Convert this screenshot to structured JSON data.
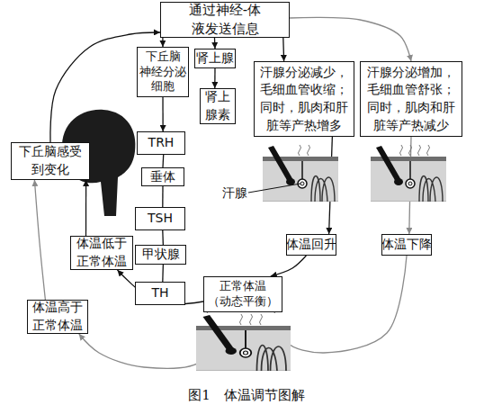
{
  "diagram": {
    "caption": "图1　体温调节图解",
    "nodes": [
      {
        "text": [
          "通过神经-体 液发送信息"
        ]
      },
      {
        "text": [
          "下丘脑 神经分泌 细胞"
        ]
      },
      {
        "text": [
          "肾上腺"
        ]
      },
      {
        "text": [
          "汗腺分泌减少， 毛细血管收缩； 同时，肌肉和肝 脏等产热增多"
        ]
      },
      {
        "text": [
          "汗腺分泌增加， 毛细血管舒张； 同时，肌肉和肝 脏等产热减少"
        ]
      },
      {
        "text": [
          "肾上 腺素"
        ]
      },
      {
        "text": [
          "TRH"
        ]
      },
      {
        "text": [
          "下丘脑感受 到变化"
        ]
      },
      {
        "text": [
          "垂体"
        ]
      },
      {
        "text": [
          "TSH"
        ]
      },
      {
        "text": [
          "体温回升"
        ]
      },
      {
        "text": [
          "体温下降"
        ]
      },
      {
        "text": [
          "体温低于 正常体温"
        ]
      },
      {
        "text": [
          "甲状腺"
        ]
      },
      {
        "text": [
          "正常体温 （动态平衡）"
        ]
      },
      {
        "text": [
          "TH"
        ]
      },
      {
        "text": [
          "体温高于 正常体温"
        ]
      }
    ],
    "edges": [
      {
        "from": 7,
        "to": 0,
        "arrow": "to"
      },
      {
        "from": 0,
        "to": 1,
        "arrow": "to"
      },
      {
        "from": 0,
        "to": 2,
        "arrow": "to"
      },
      {
        "from": 0,
        "to": 3,
        "arrow": "to"
      },
      {
        "from": 0,
        "to": 4,
        "arrow": "to"
      },
      {
        "from": 2,
        "to": 5,
        "arrow": "to"
      },
      {
        "from": 1,
        "to": 6,
        "arrow": "to"
      },
      {
        "from": 6,
        "to": 8,
        "arrow": "none"
      },
      {
        "from": 8,
        "to": 9,
        "arrow": "none"
      },
      {
        "from": 9,
        "to": 13,
        "arrow": "none"
      },
      {
        "from": 13,
        "to": 15,
        "arrow": "none"
      },
      {
        "from": 3,
        "to": 10,
        "arrow": "to"
      },
      {
        "from": 4,
        "to": 11,
        "arrow": "to"
      },
      {
        "from": 10,
        "to": 14,
        "arrow": "to"
      },
      {
        "from": 11,
        "to": 14,
        "arrow": "to"
      },
      {
        "from": 14,
        "to": 12,
        "arrow": "to"
      },
      {
        "from": 12,
        "to": 7,
        "arrow": "to"
      },
      {
        "from": 14,
        "to": 16,
        "arrow": "to"
      },
      {
        "from": 16,
        "to": 7,
        "arrow": "to"
      }
    ],
    "labels": [
      "汗腺"
    ]
  }
}
